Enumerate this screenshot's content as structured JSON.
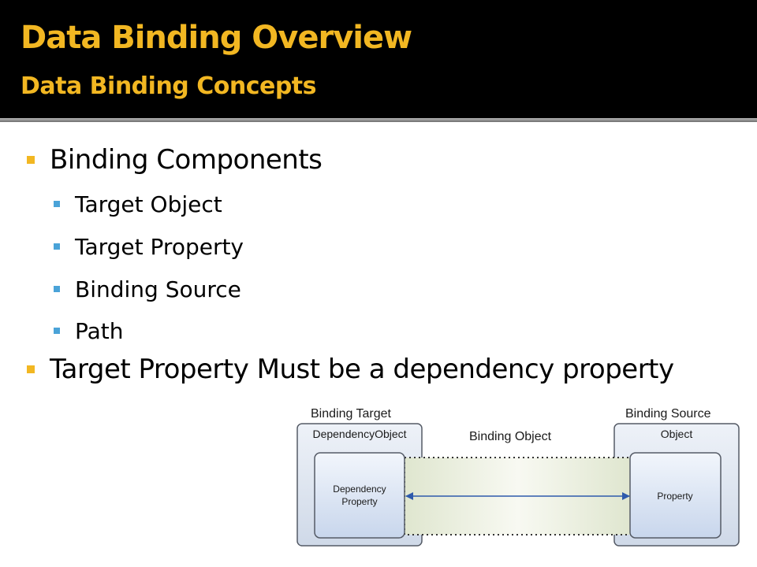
{
  "slide": {
    "title": "Data Binding Overview",
    "subtitle": "Data Binding Concepts"
  },
  "bullets": {
    "b1": "Binding Components",
    "b1_sub": [
      "Target Object",
      "Target Property",
      "Binding Source",
      "Path"
    ],
    "b2": "Target Property Must be a dependency property"
  },
  "diagram": {
    "binding_target_label": "Binding Target",
    "binding_source_label": "Binding Source",
    "binding_object_label": "Binding Object",
    "target_object_label": "DependencyObject",
    "target_property_line1": "Dependency",
    "target_property_line2": "Property",
    "source_object_label": "Object",
    "source_property_label": "Property",
    "accent_color": "#f2b722",
    "sub_bullet_color": "#4aa3d8",
    "arrow_color": "#2e5aac"
  }
}
